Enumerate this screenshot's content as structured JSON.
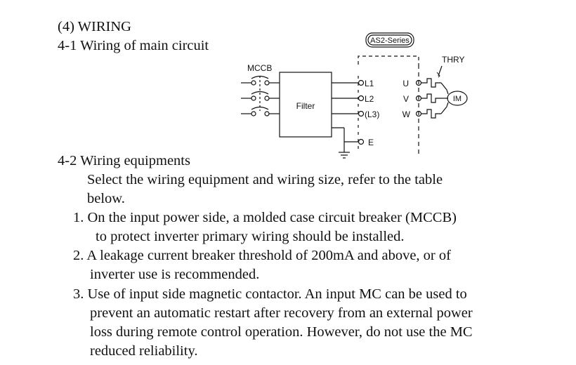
{
  "section": {
    "heading": "(4) WIRING",
    "sub1": "4-1 Wiring of main circuit",
    "sub2": "4-2 Wiring equipments"
  },
  "diagram": {
    "series_badge": "AS2-Series",
    "mccb_label": "MCCB",
    "filter_label": "Filter",
    "terminals": [
      "L1",
      "L2",
      "(L3)",
      "E"
    ],
    "outputs": [
      "U",
      "V",
      "W"
    ],
    "thry_label": "THRY",
    "motor_label": "IM"
  },
  "body": {
    "intro_line1": "Select the wiring equipment and wiring size, refer to the table",
    "intro_line2": "below.",
    "item1_line1": "1. On the input power side, a molded case circuit breaker (MCCB)",
    "item1_line2": "to protect inverter primary wiring should be installed.",
    "item2_line1": "2. A leakage current breaker threshold of 200mA and above, or of",
    "item2_line2": "inverter use is recommended.",
    "item3_line1": "3. Use of input side magnetic contactor. An input MC can be used to",
    "item3_line2": "prevent an automatic restart after recovery from an external power",
    "item3_line3": "loss during remote control operation. However, do not use the MC",
    "item3_line4": "reduced reliability."
  }
}
